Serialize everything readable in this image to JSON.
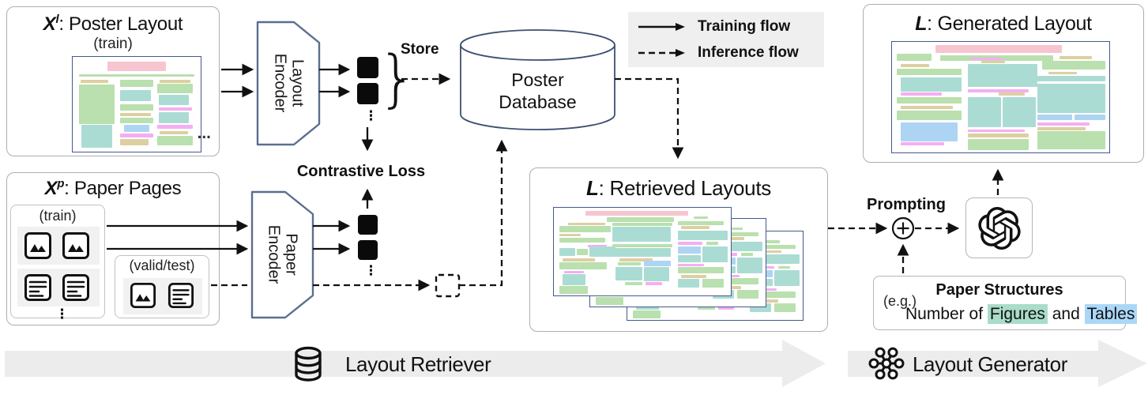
{
  "colors": {
    "box_border": "#aeaeae",
    "thumb_border": "#44598c",
    "encoder_border": "#5b6e8f",
    "database_border": "#3d5070",
    "legend_bg": "#efefef",
    "footer_arrow_bg": "#ececec",
    "figures_highlight": "#a9dcc9",
    "tables_highlight": "#abd7f7"
  },
  "legend": {
    "training_label": "Training flow",
    "inference_label": "Inference flow"
  },
  "poster_layout_box": {
    "var_name": "X",
    "var_sup": "l",
    "title_rest": ": Poster Layout",
    "subtitle": "(train)",
    "ellipsis": "..."
  },
  "paper_pages_box": {
    "var_name": "X",
    "var_sup": "p",
    "title_rest": ": Paper Pages",
    "train_label": "(train)",
    "valid_label": "(valid/test)",
    "vdots": "⋮"
  },
  "encoders": {
    "layout_line1": "Layout",
    "layout_line2": "Encoder",
    "paper_line1": "Paper",
    "paper_line2": "Encoder"
  },
  "embeddings": {
    "store_label": "Store",
    "contrastive_label": "Contrastive Loss",
    "vdots_layout": "⋮",
    "vdots_paper": "⋮",
    "brace": "}"
  },
  "database": {
    "line1": "Poster",
    "line2": "Database"
  },
  "retrieved_box": {
    "var_name": "L",
    "title_rest": ": Retrieved Layouts"
  },
  "generated_box": {
    "var_name": "L",
    "title_rest": ": Generated Layout"
  },
  "generator": {
    "prompting_label": "Prompting"
  },
  "paper_structures": {
    "title": "Paper Structures",
    "eg_label": "(e.g.)",
    "text_prefix": "Number of ",
    "figures_word": "Figures",
    "text_mid": " and ",
    "tables_word": "Tables"
  },
  "footer": {
    "retriever_label": "Layout Retriever",
    "generator_label": "Layout Generator"
  },
  "thumbnails": {
    "palette": {
      "pk": "#f7c5d0",
      "gr": "#b9e0ae",
      "te": "#abdcd4",
      "tn": "#ddcfa1",
      "mg": "#f4aef2",
      "bl": "#aed4f4"
    },
    "sets": {
      "train": [
        [
          27,
          5,
          46,
          10,
          "pk"
        ],
        [
          5,
          18,
          90,
          3,
          "gr"
        ],
        [
          6,
          24,
          22,
          3.5,
          "tn"
        ],
        [
          5,
          29,
          28,
          42,
          "gr"
        ],
        [
          7,
          72,
          24,
          24,
          "te"
        ],
        [
          37,
          24,
          26,
          8,
          "gr"
        ],
        [
          37,
          35,
          24,
          12,
          "te"
        ],
        [
          37,
          50,
          26,
          7,
          "gr"
        ],
        [
          37,
          59,
          24,
          3.5,
          "tn"
        ],
        [
          37,
          64,
          26,
          6,
          "gr"
        ],
        [
          40,
          72,
          20,
          7,
          "bl"
        ],
        [
          37,
          81,
          26,
          4,
          "mg"
        ],
        [
          37,
          87,
          22,
          6,
          "tn"
        ],
        [
          68,
          24,
          24,
          3.5,
          "tn"
        ],
        [
          66,
          28,
          28,
          10,
          "gr"
        ],
        [
          67,
          40,
          24,
          11,
          "te"
        ],
        [
          67,
          53,
          26,
          3.5,
          "mg"
        ],
        [
          67,
          58,
          24,
          12,
          "te"
        ],
        [
          66,
          72,
          28,
          4,
          "mg"
        ],
        [
          68,
          78,
          22,
          3.5,
          "tn"
        ],
        [
          66,
          83,
          28,
          10,
          "gr"
        ]
      ],
      "generated": [
        [
          20,
          3,
          58,
          7,
          "pk"
        ],
        [
          2,
          11,
          16,
          6,
          "gr"
        ],
        [
          22,
          12,
          52,
          5,
          "gr"
        ],
        [
          4,
          20,
          13,
          2.5,
          "tn"
        ],
        [
          2,
          24,
          30,
          6,
          "gr"
        ],
        [
          4,
          32,
          28,
          13,
          "te"
        ],
        [
          4,
          46,
          19,
          2.5,
          "mg"
        ],
        [
          2,
          50,
          30,
          6,
          "gr"
        ],
        [
          4,
          58,
          24,
          2.5,
          "tn"
        ],
        [
          2,
          62,
          30,
          9,
          "gr"
        ],
        [
          4,
          73,
          26,
          17,
          "bl"
        ],
        [
          4,
          91,
          20,
          2.5,
          "mg"
        ],
        [
          36,
          14,
          15,
          2.5,
          "mg"
        ],
        [
          41,
          17,
          11,
          2.5,
          "tn"
        ],
        [
          35,
          20,
          32,
          21,
          "te"
        ],
        [
          35,
          43,
          28,
          2.5,
          "mg"
        ],
        [
          49,
          46,
          12,
          2.5,
          "tn"
        ],
        [
          35,
          50,
          15,
          27,
          "te"
        ],
        [
          51,
          50,
          15,
          27,
          "te"
        ],
        [
          35,
          79,
          26,
          2.5,
          "mg"
        ],
        [
          35,
          83,
          28,
          3.5,
          "tn"
        ],
        [
          35,
          88,
          28,
          10,
          "gr"
        ],
        [
          77,
          13,
          15,
          2.5,
          "tn"
        ],
        [
          69,
          17,
          29,
          8,
          "gr"
        ],
        [
          72,
          27,
          13,
          2.5,
          "tn"
        ],
        [
          67,
          31,
          31,
          5,
          "te"
        ],
        [
          67,
          38,
          31,
          26,
          "te"
        ],
        [
          67,
          66,
          16,
          5,
          "bl"
        ],
        [
          84,
          66,
          14,
          5,
          "bl"
        ],
        [
          67,
          73,
          24,
          2.5,
          "mg"
        ],
        [
          67,
          77,
          22,
          3,
          "tn"
        ],
        [
          67,
          81,
          31,
          16,
          "gr"
        ]
      ],
      "retrieved": [
        [
          18,
          4,
          58,
          5,
          "pk"
        ],
        [
          30,
          11,
          38,
          5,
          "gr"
        ],
        [
          79,
          10,
          8,
          3,
          "gr"
        ],
        [
          8,
          17,
          21,
          3,
          "tn"
        ],
        [
          3,
          21,
          29,
          7,
          "gr"
        ],
        [
          3,
          30,
          12,
          2.5,
          "tn"
        ],
        [
          3,
          34,
          26,
          6,
          "gr"
        ],
        [
          19,
          42,
          11,
          3,
          "mg"
        ],
        [
          3,
          46,
          9,
          9,
          "te"
        ],
        [
          13,
          47,
          6,
          7,
          "gr"
        ],
        [
          20,
          44,
          15,
          12,
          "te"
        ],
        [
          5,
          58,
          18,
          3,
          "tn"
        ],
        [
          3,
          62,
          27,
          8,
          "gr"
        ],
        [
          6,
          72,
          11,
          3,
          "mg"
        ],
        [
          5,
          76,
          13,
          12,
          "te"
        ],
        [
          3,
          89,
          16,
          9,
          "gr"
        ],
        [
          33,
          17,
          34,
          4,
          "gr"
        ],
        [
          33,
          22,
          33,
          17,
          "te"
        ],
        [
          33,
          41,
          34,
          4,
          "gr"
        ],
        [
          33,
          46,
          33,
          10,
          "te"
        ],
        [
          37,
          58,
          19,
          3,
          "tn"
        ],
        [
          36,
          62,
          13,
          4,
          "gr"
        ],
        [
          51,
          60,
          15,
          7,
          "bl"
        ],
        [
          35,
          68,
          15,
          15,
          "te"
        ],
        [
          51,
          68,
          14,
          16,
          "te"
        ],
        [
          40,
          85,
          10,
          3,
          "gr"
        ],
        [
          52,
          85,
          9,
          3,
          "mg"
        ],
        [
          70,
          15,
          26,
          5,
          "gr"
        ],
        [
          72,
          21,
          16,
          3,
          "tn"
        ],
        [
          70,
          26,
          28,
          11,
          "te"
        ],
        [
          70,
          39,
          14,
          3,
          "mg"
        ],
        [
          86,
          39,
          7,
          3,
          "gr"
        ],
        [
          70,
          44,
          13,
          8,
          "bl"
        ],
        [
          84,
          44,
          14,
          18,
          "te"
        ],
        [
          70,
          54,
          13,
          8,
          "te"
        ],
        [
          70,
          64,
          15,
          3,
          "mg"
        ],
        [
          70,
          68,
          26,
          7,
          "gr"
        ],
        [
          72,
          77,
          14,
          3,
          "tn"
        ],
        [
          70,
          81,
          12,
          10,
          "te"
        ],
        [
          84,
          81,
          12,
          10,
          "gr"
        ]
      ]
    }
  }
}
